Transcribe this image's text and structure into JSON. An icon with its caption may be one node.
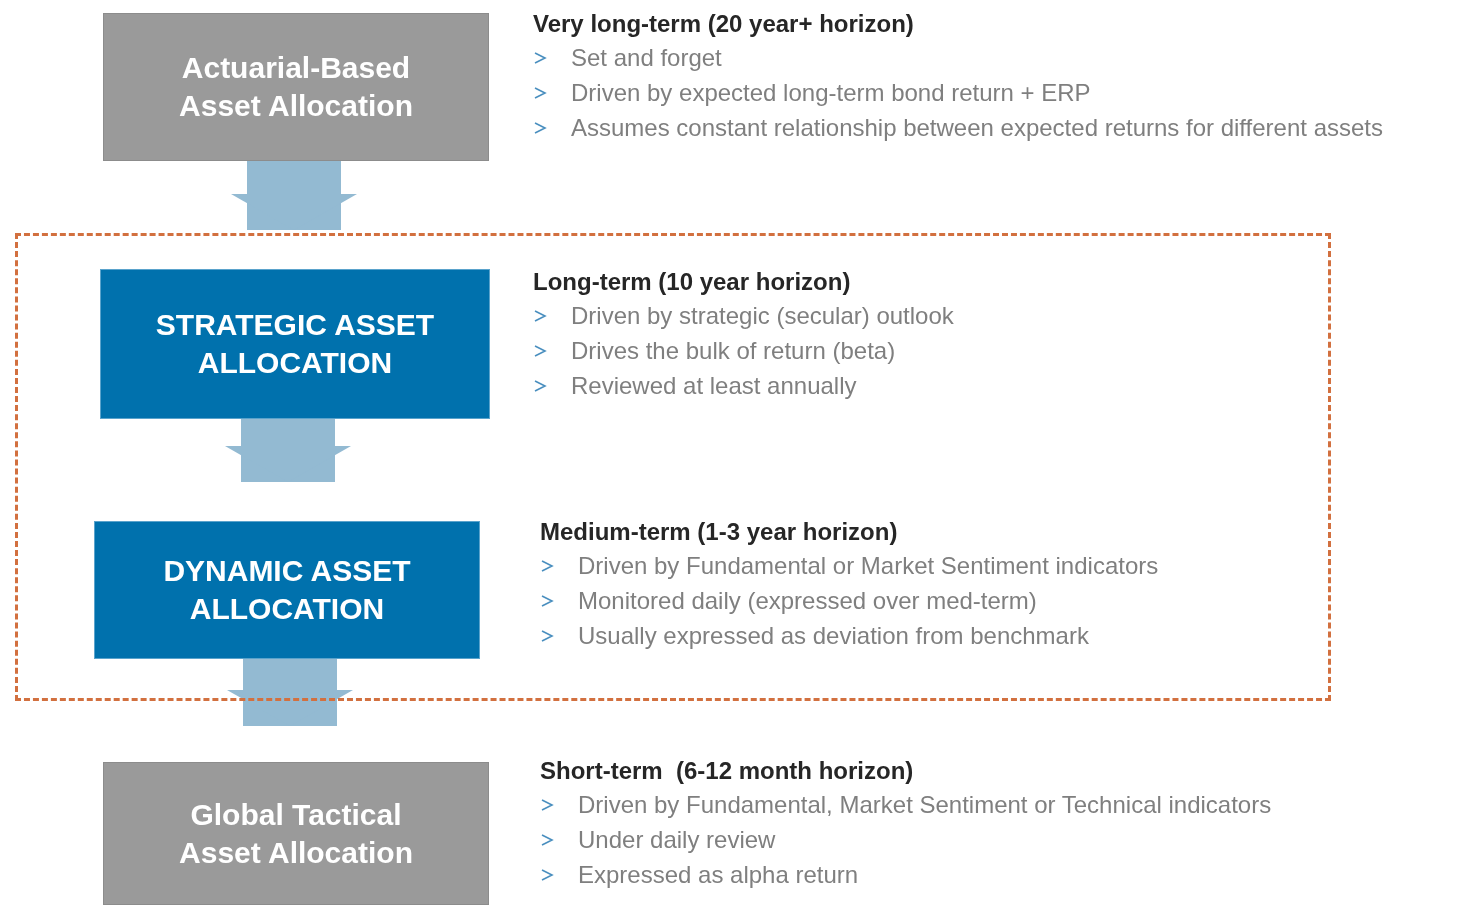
{
  "diagram": {
    "nodes": [
      {
        "text": [
          "Actuarial-Based Asset Allocation"
        ],
        "beside": [
          "Very long-term (20 year+ horizon)",
          "Set and forget",
          "Driven by expected long-term bond return + ERP",
          "Assumes constant relationship between expected returns for different assets"
        ]
      },
      {
        "text": [],
        "shape": "box"
      },
      {
        "text": [
          "STRATEGIC ASSET ALLOCATION"
        ],
        "in": 1,
        "beside": [
          "Long-term (10 year horizon)",
          "Driven by strategic (secular) outlook",
          "Drives the bulk of return (beta)",
          "Reviewed at least annually"
        ]
      },
      {
        "text": [
          "DYNAMIC ASSET ALLOCATION"
        ],
        "in": 1,
        "beside": [
          "Medium-term (1-3 year horizon)",
          "Driven by Fundamental or Market Sentiment indicators",
          "Monitored daily (expressed over med-term)",
          "Usually expressed as deviation from benchmark"
        ]
      },
      {
        "text": [
          "Global Tactical Asset Allocation"
        ],
        "beside": [
          "Short-term  (6-12 month horizon)",
          "Driven by Fundamental, Market Sentiment or Technical indicators",
          "Under daily review",
          "Expressed as alpha return"
        ]
      }
    ],
    "edges": [
      {
        "from": 0,
        "to": 2,
        "arrow": "to"
      },
      {
        "from": 2,
        "to": 3,
        "arrow": "to"
      },
      {
        "from": 3,
        "to": 4,
        "arrow": "to"
      }
    ]
  }
}
